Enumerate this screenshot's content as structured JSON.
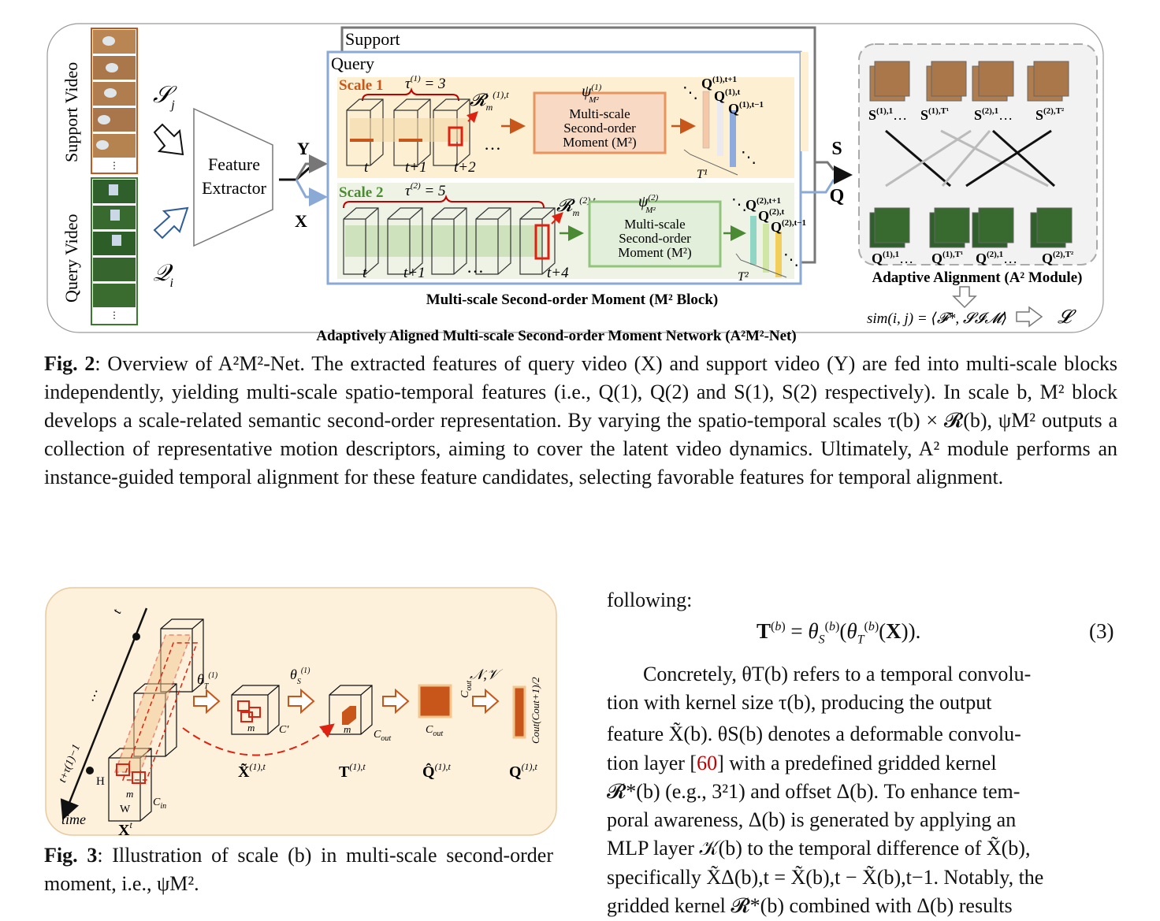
{
  "fig2": {
    "support_video_label": "Support Video",
    "query_video_label": "Query Video",
    "support_set_symbol": "𝒮",
    "support_set_sub": "j",
    "query_set_symbol": "𝒬",
    "query_set_sub": "i",
    "feature_extractor_line1": "Feature",
    "feature_extractor_line2": "Extractor",
    "out_y": "Y",
    "out_x": "X",
    "support_box_label": "Support",
    "query_box_label": "Query",
    "scale1": {
      "label": "Scale 1",
      "tau": "τ(1) = 3",
      "r_label": "𝓡m(1),t",
      "psi": "ψM²(1)",
      "block_line1": "Multi-scale",
      "block_line2": "Second-order",
      "block_line3": "Moment (M²)",
      "frames": [
        "t",
        "t+1",
        "t+2"
      ],
      "q_labels": [
        "Q(1),t+1",
        "Q(1),t",
        "Q(1),t−1"
      ],
      "T_label": "T¹"
    },
    "scale2": {
      "label": "Scale 2",
      "tau": "τ(2) = 5",
      "r_label": "𝓡m(2),t",
      "psi": "ψM²(2)",
      "block_line1": "Multi-scale",
      "block_line2": "Second-order",
      "block_line3": "Moment (M²)",
      "frames": [
        "t",
        "t+1",
        "t+4"
      ],
      "q_labels": [
        "Q(2),t+1",
        "Q(2),t",
        "Q(2),t−1"
      ],
      "T_label": "T²"
    },
    "m2_block_caption": "Multi-scale Second-order Moment (M² Block)",
    "s_label": "S",
    "q_label": "Q",
    "support_feats": [
      "S(1),1",
      "S(1),T¹",
      "S(2),1",
      "S(2),T²"
    ],
    "query_feats": [
      "Q(1),1",
      "Q(1),T¹",
      "Q(2),1",
      "Q(2),T²"
    ],
    "a2_caption": "Adaptive Alignment (A² Module)",
    "sim_formula": "sim(i, j) = ⟨𝓕*, 𝓢𝓘𝓜⟩",
    "loss_symbol": "𝓛",
    "network_caption": "Adaptively Aligned Multi-scale Second-order Moment  Network (A²M²-Net)"
  },
  "fig2_caption": {
    "prefix": "Fig. 2",
    "text": ": Overview of A²M²-Net. The extracted features of query video (X) and support video (Y) are fed into multi-scale blocks independently, yielding multi-scale spatio-temporal features (i.e., Q(1), Q(2) and S(1), S(2) respectively). In scale b, M² block develops a scale-related semantic second-order representation. By varying the spatio-temporal scales τ(b) × 𝓡(b), ψM² outputs a collection of representative motion descriptors, aiming to cover the latent video dynamics. Ultimately, A² module performs an instance-guided temporal alignment for these feature candidates, selecting favorable features for temporal alignment."
  },
  "fig3": {
    "time_label": "time",
    "axis_t": "t",
    "axis_t2": "t+τ(1)−1",
    "H": "H",
    "W": "W",
    "Cin": "Cin",
    "m": "m",
    "Cprime": "C′",
    "Cout": "Cout",
    "theta_T": "θT(1)",
    "theta_S": "θS(1)",
    "NV": "𝒩,𝒱",
    "Cout_top": "Cout",
    "Cout_expr": "Cout(Cout+1)/2",
    "X_label": "Xt",
    "Xtilde_label": "X̃(1),t",
    "T_label": "T(1),t",
    "Qhat_label": "Q̂(1),t",
    "Q_label": "Q(1),t"
  },
  "fig3_caption": {
    "prefix": "Fig. 3",
    "text": ": Illustration of scale (b) in multi-scale second-order moment, i.e., ψM²."
  },
  "right_column": {
    "following": "following:",
    "equation": "T(b) = θS(b)(θT(b)(X)).",
    "equation_number": "(3)",
    "para_lines": [
      "Concretely, θT(b) refers to a temporal convolu-",
      "tion with kernel size τ(b), producing the output",
      "feature X̃(b). θS(b) denotes a deformable convolu-",
      "tion layer [60] with a predefined gridded kernel",
      "𝓡*(b) (e.g., 3²1) and offset Δ(b). To enhance tem-",
      "poral awareness, Δ(b) is generated by applying an",
      "MLP layer 𝒦(b) to the temporal difference of X̃(b),",
      "specifically X̃Δ(b),t = X̃(b),t − X̃(b),t−1. Notably, the",
      "gridded kernel 𝓡*(b) combined with Δ(b) results"
    ],
    "citation": "60"
  },
  "colors": {
    "scale1_bg": "#fdf0d2",
    "scale2_bg": "#eef3e6",
    "scale1_accent": "#c8561a",
    "scale2_accent": "#4a8a32",
    "query_border": "#8aa9d4",
    "fig3_bg": "#fdf1dc",
    "citation": "#c00000"
  }
}
